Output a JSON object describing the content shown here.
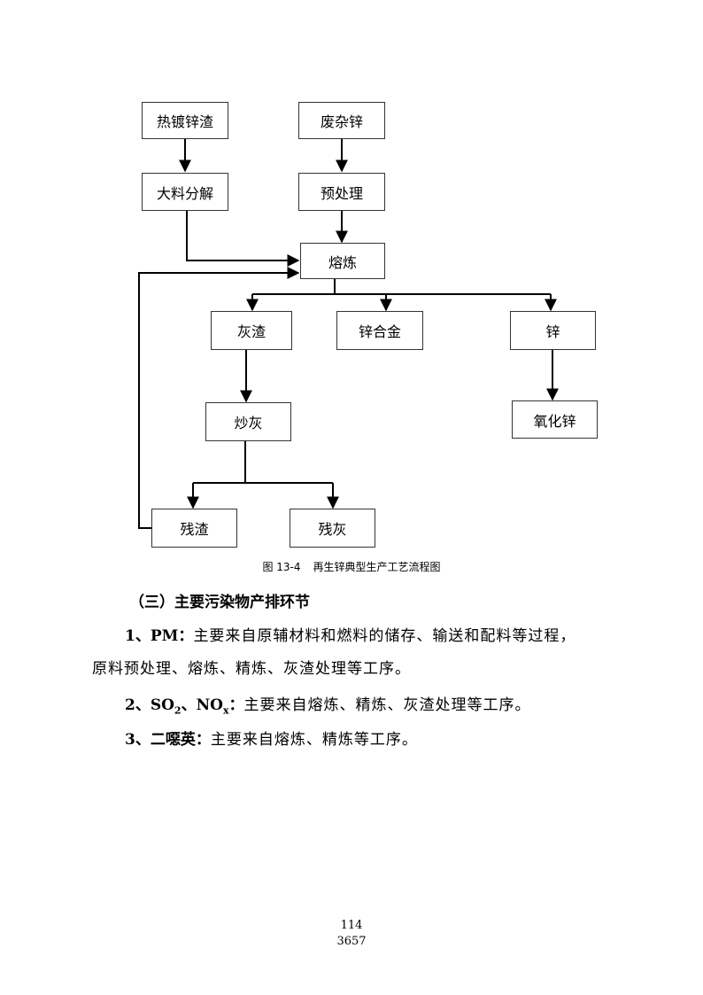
{
  "flow": {
    "hot_dip_slag": "热镀锌渣",
    "scrap_zinc": "废杂锌",
    "bulk_disassembly": "大料分解",
    "pretreatment": "预处理",
    "smelting": "熔炼",
    "ash_slag": "灰渣",
    "zinc_alloy": "锌合金",
    "zinc": "锌",
    "fried_ash": "炒灰",
    "zinc_oxide": "氧化锌",
    "residue": "残渣",
    "residual_ash": "残灰"
  },
  "caption": {
    "number": "图 13-4",
    "title": "再生锌典型生产工艺流程图"
  },
  "heading": "（三）主要污染物产排环节",
  "paragraphs": {
    "p1": {
      "lead": "1、PM：",
      "line1": "主要来自原辅材料和燃料的储存、输送和配料等过程，",
      "line2": "原料预处理、熔炼、精炼、灰渣处理等工序。"
    },
    "p2": {
      "lead_a": "2、SO",
      "sub_a": "2",
      "lead_b": "、NO",
      "sub_b": "x",
      "lead_c": "：",
      "text": "主要来自熔炼、精炼、灰渣处理等工序。"
    },
    "p3": {
      "lead": "3、二噁英：",
      "text": "主要来自熔炼、精炼等工序。"
    }
  },
  "footer": {
    "page": "114",
    "total": "3657"
  }
}
